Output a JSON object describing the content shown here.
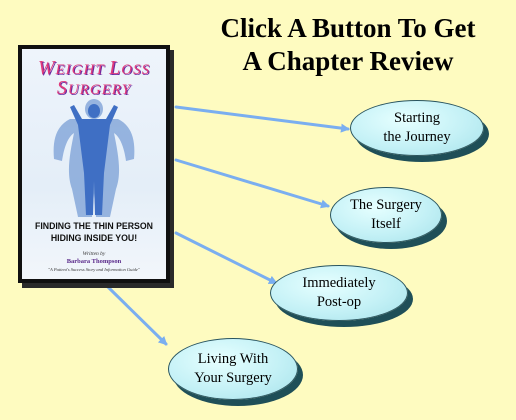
{
  "heading": {
    "line1": "Click A Button To Get",
    "line2": "A Chapter Review"
  },
  "book": {
    "title_line1_initial": "W",
    "title_line1_rest": "EIGHT",
    "title_line1b_initial": "L",
    "title_line1b_rest": "OSS",
    "title_line2_initial": "S",
    "title_line2_rest": "URGERY",
    "tagline_line1": "FINDING THE THIN PERSON",
    "tagline_line2": "HIDING INSIDE YOU!",
    "byline": "Written by",
    "author": "Barbara Thompson",
    "subtitle": "\"A Patient's Success Story and Information Guide\""
  },
  "chapters": [
    {
      "line1": "Starting",
      "line2": "the Journey"
    },
    {
      "line1": "The Surgery",
      "line2": "Itself"
    },
    {
      "line1": "Immediately",
      "line2": "Post-op"
    },
    {
      "line1": "Living With",
      "line2": "Your Surgery"
    }
  ],
  "colors": {
    "background": "#fefbc0",
    "arrow": "#7aaef0",
    "button_fill": "#c4f1f6",
    "button_shadow": "#1f4f58",
    "title_pink": "#e03a7a"
  }
}
